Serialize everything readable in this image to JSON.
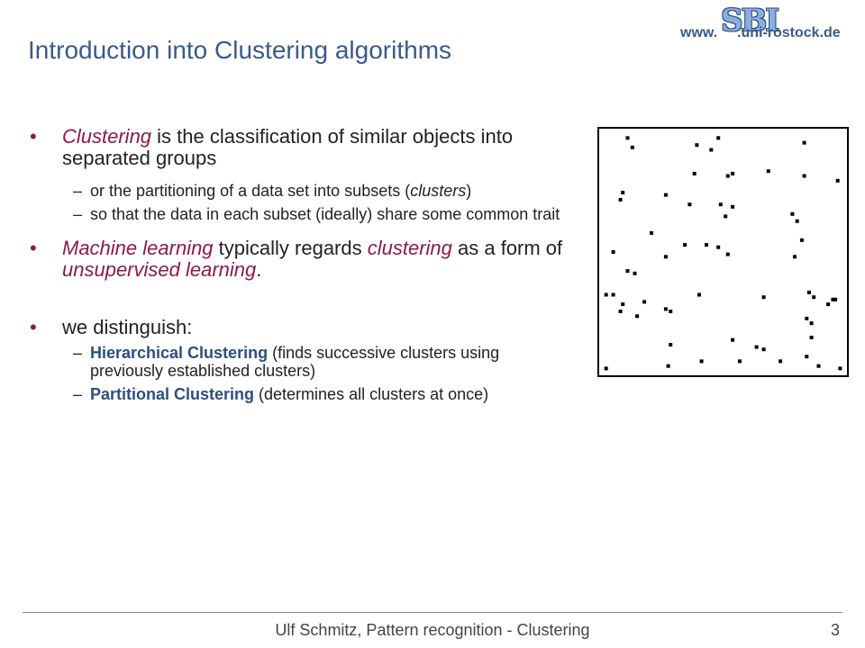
{
  "header": {
    "title": "Introduction into Clustering algorithms",
    "logo_prefix": "www.",
    "logo_mark": "SBI",
    "logo_suffix": ".uni-rostock.de"
  },
  "bullets": {
    "b1": {
      "term": "Clustering",
      "text": " is the classification of similar objects into separated groups",
      "sub1": "or the partitioning of a data set into subsets (",
      "sub1_term": "clusters",
      "sub1_end": ")",
      "sub2": "so that the data in each subset (ideally) share some common trait"
    },
    "b2": {
      "term1": "Machine learning",
      "mid1": " typically regards ",
      "term2": "clustering",
      "mid2": " as a form of ",
      "term3": "unsupervised learning",
      "end": "."
    },
    "b3": {
      "text": "we distinguish:",
      "sub1_kw": "Hierarchical Clustering",
      "sub1_text": " (finds successive clusters using previously established clusters)",
      "sub2_kw": "Partitional Clustering",
      "sub2_text": " (determines all clusters at once)"
    }
  },
  "dash": "–",
  "footer": {
    "text": "Ulf Schmitz, Pattern recognition - Clustering",
    "page": "3"
  },
  "chart_data": {
    "type": "scatter",
    "xlim": [
      0,
      100
    ],
    "ylim": [
      0,
      100
    ],
    "grid": false,
    "points": [
      [
        10,
        98
      ],
      [
        12,
        94
      ],
      [
        39,
        95
      ],
      [
        48,
        98
      ],
      [
        45,
        93
      ],
      [
        84,
        96
      ],
      [
        38,
        83
      ],
      [
        52,
        82
      ],
      [
        54,
        83
      ],
      [
        69,
        84
      ],
      [
        84,
        82
      ],
      [
        98,
        80
      ],
      [
        8,
        75
      ],
      [
        7,
        72
      ],
      [
        26,
        74
      ],
      [
        36,
        70
      ],
      [
        49,
        70
      ],
      [
        54,
        69
      ],
      [
        51,
        65
      ],
      [
        79,
        66
      ],
      [
        81,
        63
      ],
      [
        20,
        58
      ],
      [
        34,
        53
      ],
      [
        43,
        53
      ],
      [
        48,
        52
      ],
      [
        52,
        49
      ],
      [
        83,
        55
      ],
      [
        4,
        50
      ],
      [
        26,
        48
      ],
      [
        80,
        48
      ],
      [
        10,
        42
      ],
      [
        13,
        41
      ],
      [
        4,
        32
      ],
      [
        1,
        32
      ],
      [
        17,
        29
      ],
      [
        8,
        28
      ],
      [
        26,
        26
      ],
      [
        28,
        25
      ],
      [
        40,
        32
      ],
      [
        67,
        31
      ],
      [
        86,
        33
      ],
      [
        88,
        31
      ],
      [
        94,
        28
      ],
      [
        96,
        30
      ],
      [
        97,
        30
      ],
      [
        7,
        25
      ],
      [
        14,
        23
      ],
      [
        85,
        22
      ],
      [
        87,
        20
      ],
      [
        28,
        11
      ],
      [
        54,
        13
      ],
      [
        64,
        10
      ],
      [
        67,
        9
      ],
      [
        87,
        14
      ],
      [
        27,
        2
      ],
      [
        41,
        4
      ],
      [
        57,
        4
      ],
      [
        74,
        4
      ],
      [
        85,
        6
      ],
      [
        90,
        2
      ],
      [
        1,
        1
      ],
      [
        99,
        1
      ]
    ]
  }
}
